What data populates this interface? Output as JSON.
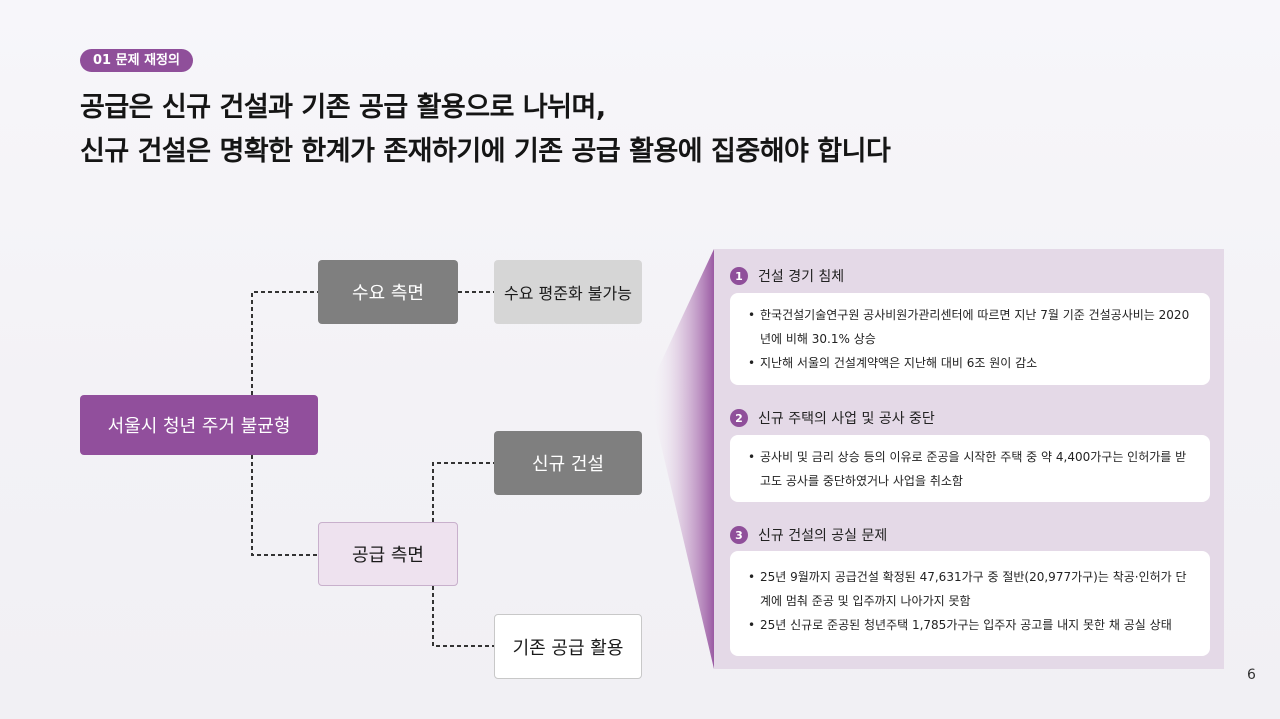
{
  "header": {
    "tag": "01 문제 재정의",
    "title_line1": "공급은 신규 건설과 기존 공급 활용으로 나뉘며,",
    "title_line2": "신규 건설은 명확한 한계가 존재하기에 기존 공급 활용에 집중해야 합니다"
  },
  "tree": {
    "root": "서울시 청년 주거 불균형",
    "demand": "수요 측면",
    "demand_result": "수요 평준화 불가능",
    "supply": "공급 측면",
    "new_construction": "신규 건설",
    "existing_supply": "기존 공급 활용"
  },
  "colors": {
    "accent": "#8f4f9a",
    "dark_gray_box": "#7f7f7f",
    "light_gray_box": "#d6d6d6",
    "light_purple_box": "#eee2ef",
    "panel_bg": "#e4d9e7"
  },
  "sections": [
    {
      "number": "1",
      "title": "건설 경기 침체",
      "bullets": [
        "한국건설기술연구원 공사비원가관리센터에 따르면 지난 7월 기준 건설공사비는 2020년에 비해 30.1% 상승",
        "지난해 서울의 건설계약액은 지난해 대비 6조 원이 감소"
      ]
    },
    {
      "number": "2",
      "title": "신규 주택의 사업 및 공사 중단",
      "bullets": [
        "공사비 및 금리 상승 등의 이유로 준공을 시작한 주택 중 약 4,400가구는 인허가를 받고도 공사를 중단하였거나 사업을 취소함"
      ]
    },
    {
      "number": "3",
      "title": "신규 건설의 공실 문제",
      "bullets": [
        "25년 9월까지 공급건설 확정된 47,631가구 중 절반(20,977가구)는 착공·인허가 단계에 멈춰 준공 및 입주까지 나아가지 못함",
        "25년 신규로 준공된 청년주택 1,785가구는 입주자 공고를 내지 못한 채 공실 상태"
      ]
    }
  ],
  "page_number": "6"
}
